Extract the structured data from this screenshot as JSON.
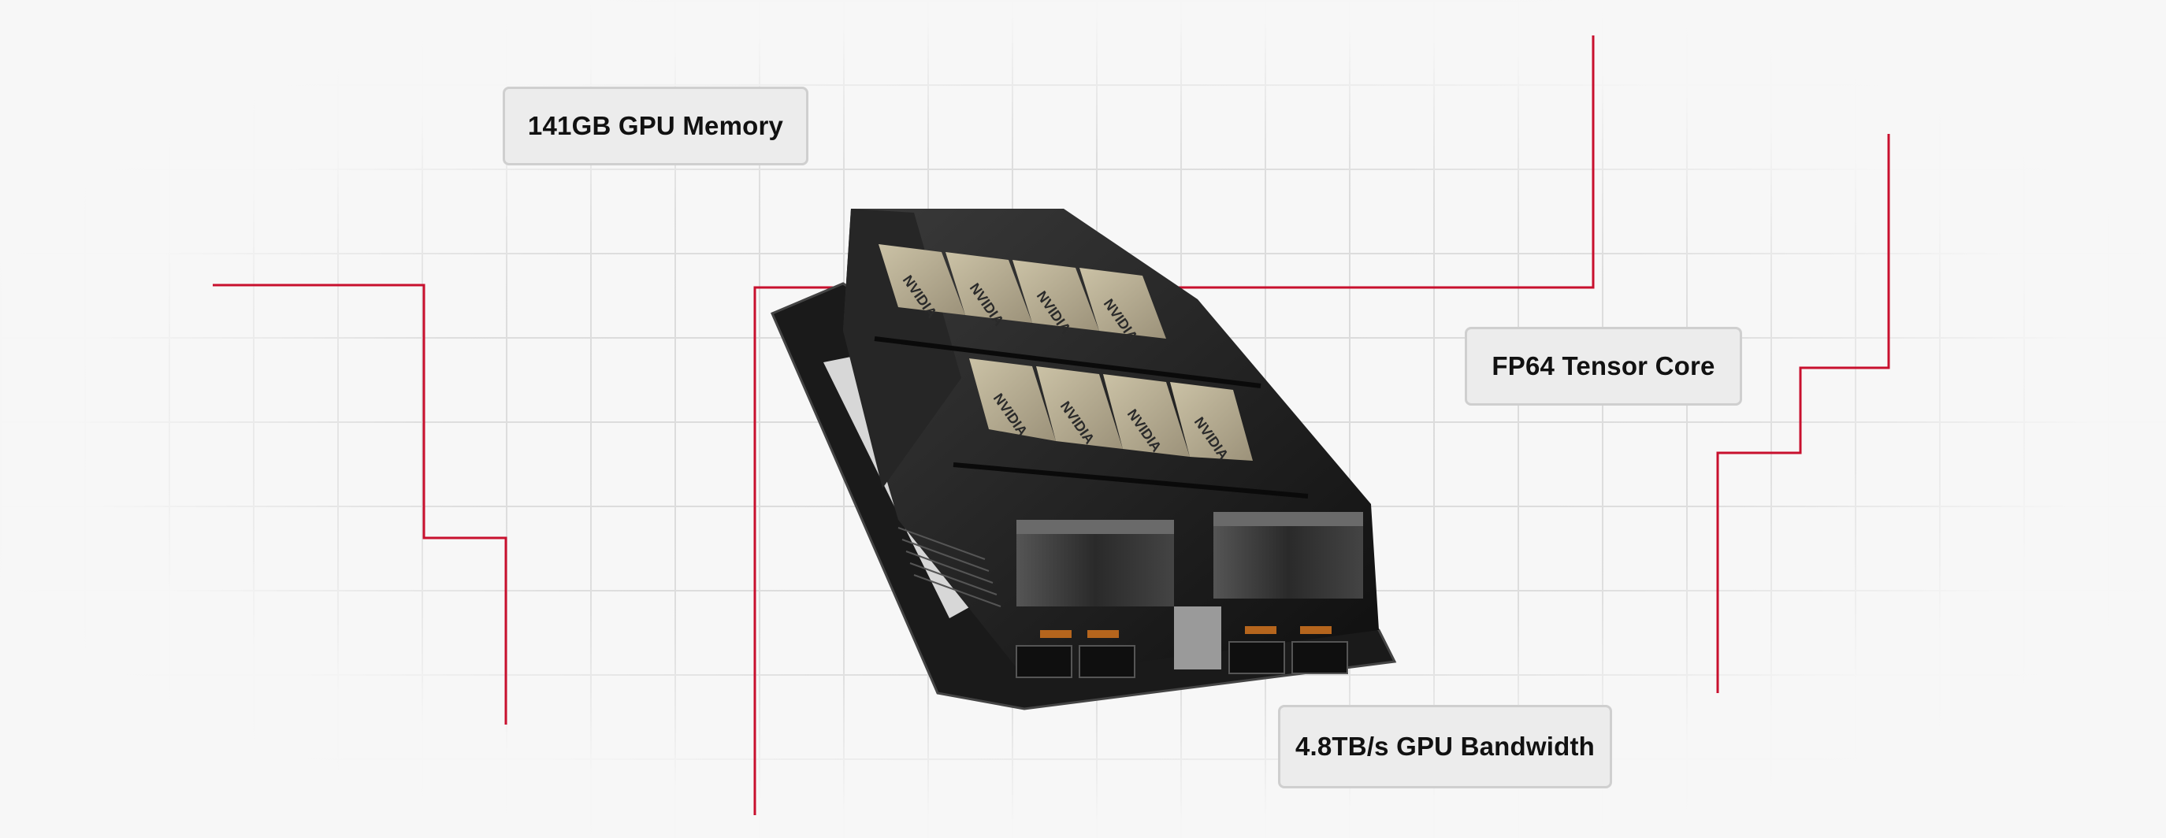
{
  "labels": {
    "memory": "141GB GPU Memory",
    "fp64": "FP64 Tensor Core",
    "bandwidth": "4.8TB/s GPU Bandwidth"
  },
  "gpu_chip_text": "NVIDIA",
  "colors": {
    "background": "#f7f7f7",
    "grid": "#d9d9d9",
    "accent_line": "#c8102e",
    "label_fill": "#ececec",
    "label_border": "#cfcfcf",
    "label_text": "#111111",
    "chip_gold": "#b8ad90"
  }
}
